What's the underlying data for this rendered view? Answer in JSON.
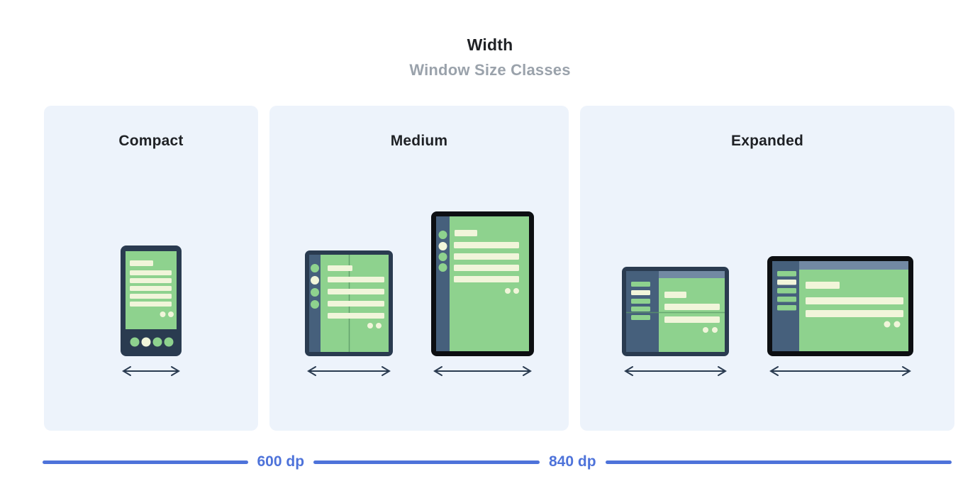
{
  "header": {
    "title": "Width",
    "subtitle": "Window Size Classes"
  },
  "panels": [
    {
      "label": "Compact",
      "devices": [
        {
          "icon": "phone-portrait-illustration"
        }
      ]
    },
    {
      "label": "Medium",
      "devices": [
        {
          "icon": "foldable-portrait-illustration"
        },
        {
          "icon": "tablet-portrait-illustration"
        }
      ]
    },
    {
      "label": "Expanded",
      "devices": [
        {
          "icon": "foldable-landscape-illustration"
        },
        {
          "icon": "tablet-landscape-illustration"
        }
      ]
    }
  ],
  "ruler": {
    "breakpoints": [
      "600 dp",
      "840 dp"
    ]
  },
  "colors": {
    "panel_bg": "#edf3fb",
    "title": "#1f2125",
    "subtitle": "#9aa2ab",
    "device_navy": "#2a3b50",
    "device_black": "#0d0f12",
    "rail_slate": "#46607c",
    "topbar_slate": "#7289a3",
    "screen_green": "#8ed28e",
    "content_cream": "#f1f5da",
    "fold_line": "#5c9a68",
    "accent_blue": "#4e73da",
    "arrow": "#2a3b50"
  }
}
